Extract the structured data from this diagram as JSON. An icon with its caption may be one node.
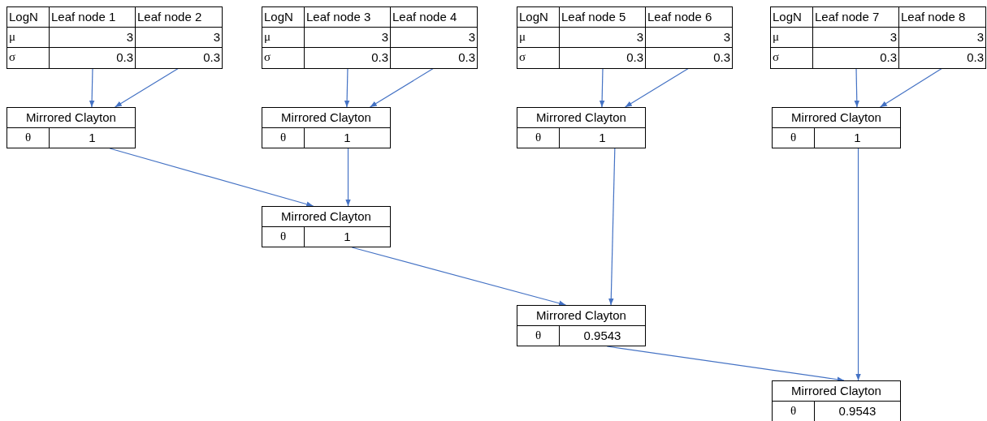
{
  "diagram": {
    "nodes": [
      {
        "text": [
          "LogN",
          "μ",
          "σ"
        ]
      },
      {
        "text": [
          "Leaf node 1",
          "3",
          "0.3"
        ],
        "in": 0
      },
      {
        "text": [
          "Leaf node 2",
          "3",
          "0.3"
        ],
        "in": 0
      },
      {
        "text": [
          "LogN",
          "μ",
          "σ"
        ]
      },
      {
        "text": [
          "Leaf node 3",
          "3",
          "0.3"
        ],
        "in": 3
      },
      {
        "text": [
          "Leaf node 4",
          "3",
          "0.3"
        ],
        "in": 3
      },
      {
        "text": [
          "LogN",
          "μ",
          "σ"
        ]
      },
      {
        "text": [
          "Leaf node 5",
          "3",
          "0.3"
        ],
        "in": 6
      },
      {
        "text": [
          "Leaf node 6",
          "3",
          "0.3"
        ],
        "in": 6
      },
      {
        "text": [
          "LogN",
          "μ",
          "σ"
        ]
      },
      {
        "text": [
          "Leaf node 7",
          "3",
          "0.3"
        ],
        "in": 9
      },
      {
        "text": [
          "Leaf node 8",
          "3",
          "0.3"
        ],
        "in": 9
      },
      {
        "text": [
          "Mirrored Clayton",
          "θ",
          "1"
        ]
      },
      {
        "text": [
          "Mirrored Clayton",
          "θ",
          "1"
        ]
      },
      {
        "text": [
          "Mirrored Clayton",
          "θ",
          "1"
        ]
      },
      {
        "text": [
          "Mirrored Clayton",
          "θ",
          "1"
        ]
      },
      {
        "text": [
          "Mirrored Clayton",
          "θ",
          "1"
        ]
      },
      {
        "text": [
          "Mirrored Clayton",
          "θ",
          "0.9543"
        ]
      },
      {
        "text": [
          "Mirrored Clayton",
          "θ",
          "0.9543"
        ]
      }
    ],
    "edges": [
      {
        "from": 1,
        "to": 12,
        "arrow": "to"
      },
      {
        "from": 2,
        "to": 12,
        "arrow": "to"
      },
      {
        "from": 4,
        "to": 13,
        "arrow": "to"
      },
      {
        "from": 5,
        "to": 13,
        "arrow": "to"
      },
      {
        "from": 7,
        "to": 14,
        "arrow": "to"
      },
      {
        "from": 8,
        "to": 14,
        "arrow": "to"
      },
      {
        "from": 10,
        "to": 15,
        "arrow": "to"
      },
      {
        "from": 11,
        "to": 15,
        "arrow": "to"
      },
      {
        "from": 12,
        "to": 16,
        "arrow": "to"
      },
      {
        "from": 13,
        "to": 16,
        "arrow": "to"
      },
      {
        "from": 16,
        "to": 17,
        "arrow": "to"
      },
      {
        "from": 14,
        "to": 17,
        "arrow": "to"
      },
      {
        "from": 17,
        "to": 18,
        "arrow": "to"
      },
      {
        "from": 15,
        "to": 18,
        "arrow": "to"
      }
    ]
  }
}
